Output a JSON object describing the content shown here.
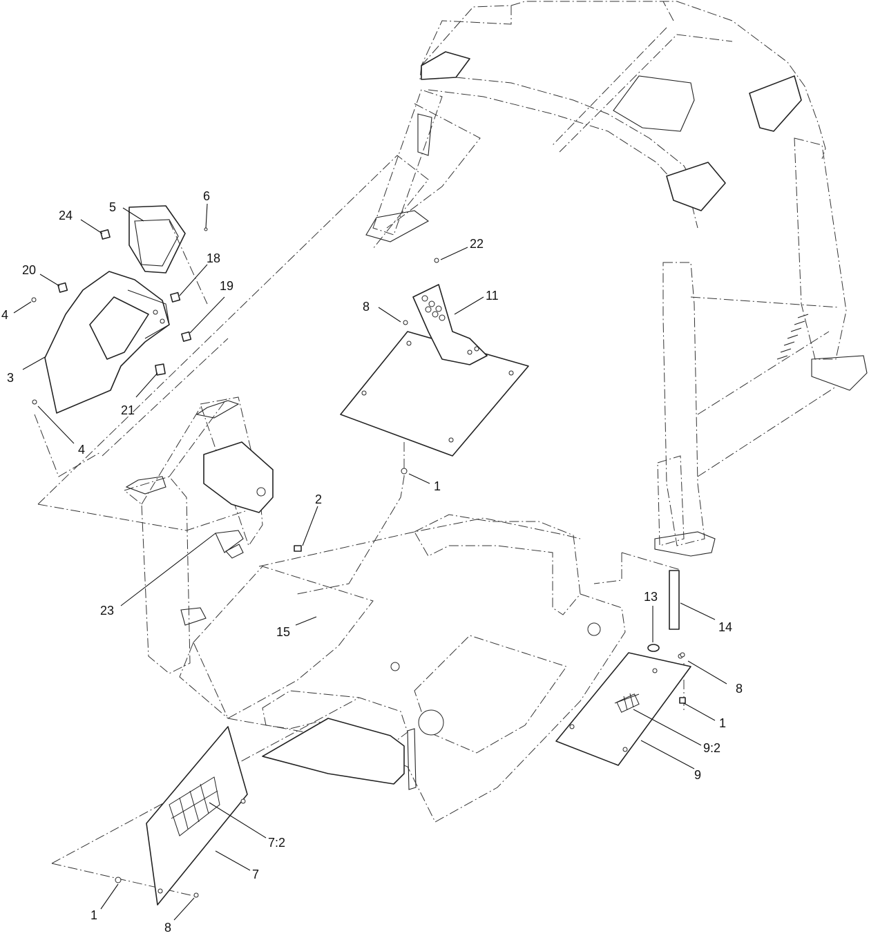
{
  "diagram": {
    "callouts": [
      {
        "id": "c1a",
        "label": "1"
      },
      {
        "id": "c1b",
        "label": "1"
      },
      {
        "id": "c1c",
        "label": "1"
      },
      {
        "id": "c2",
        "label": "2"
      },
      {
        "id": "c3",
        "label": "3"
      },
      {
        "id": "c4a",
        "label": "4"
      },
      {
        "id": "c4b",
        "label": "4"
      },
      {
        "id": "c5",
        "label": "5"
      },
      {
        "id": "c6",
        "label": "6"
      },
      {
        "id": "c7",
        "label": "7"
      },
      {
        "id": "c72",
        "label": "7:2"
      },
      {
        "id": "c8a",
        "label": "8"
      },
      {
        "id": "c8b",
        "label": "8"
      },
      {
        "id": "c8c",
        "label": "8"
      },
      {
        "id": "c9",
        "label": "9"
      },
      {
        "id": "c92",
        "label": "9:2"
      },
      {
        "id": "c11",
        "label": "11"
      },
      {
        "id": "c13",
        "label": "13"
      },
      {
        "id": "c14",
        "label": "14"
      },
      {
        "id": "c15",
        "label": "15"
      },
      {
        "id": "c18",
        "label": "18"
      },
      {
        "id": "c19",
        "label": "19"
      },
      {
        "id": "c20",
        "label": "20"
      },
      {
        "id": "c21",
        "label": "21"
      },
      {
        "id": "c22",
        "label": "22"
      },
      {
        "id": "c23",
        "label": "23"
      },
      {
        "id": "c24",
        "label": "24"
      }
    ]
  }
}
